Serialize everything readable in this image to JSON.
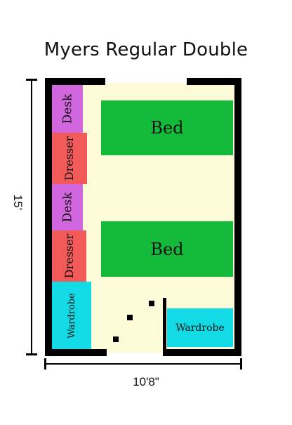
{
  "title": "Myers Regular Double",
  "dimensions": {
    "height": "15'",
    "width": "10'8\""
  },
  "furniture": {
    "desk_top": "Desk",
    "dresser_top": "Dresser",
    "desk_bottom": "Desk",
    "dresser_bottom": "Dresser",
    "wardrobe_left": "Wardrobe",
    "wardrobe_right": "Wardrobe",
    "bed_top": "Bed",
    "bed_bottom": "Bed"
  },
  "colors": {
    "desk": "#d266de",
    "dresser": "#f25a5a",
    "wardrobe": "#13dbe5",
    "bed": "#14bb3b",
    "floor": "#fdfbd8",
    "wall": "#000000"
  }
}
